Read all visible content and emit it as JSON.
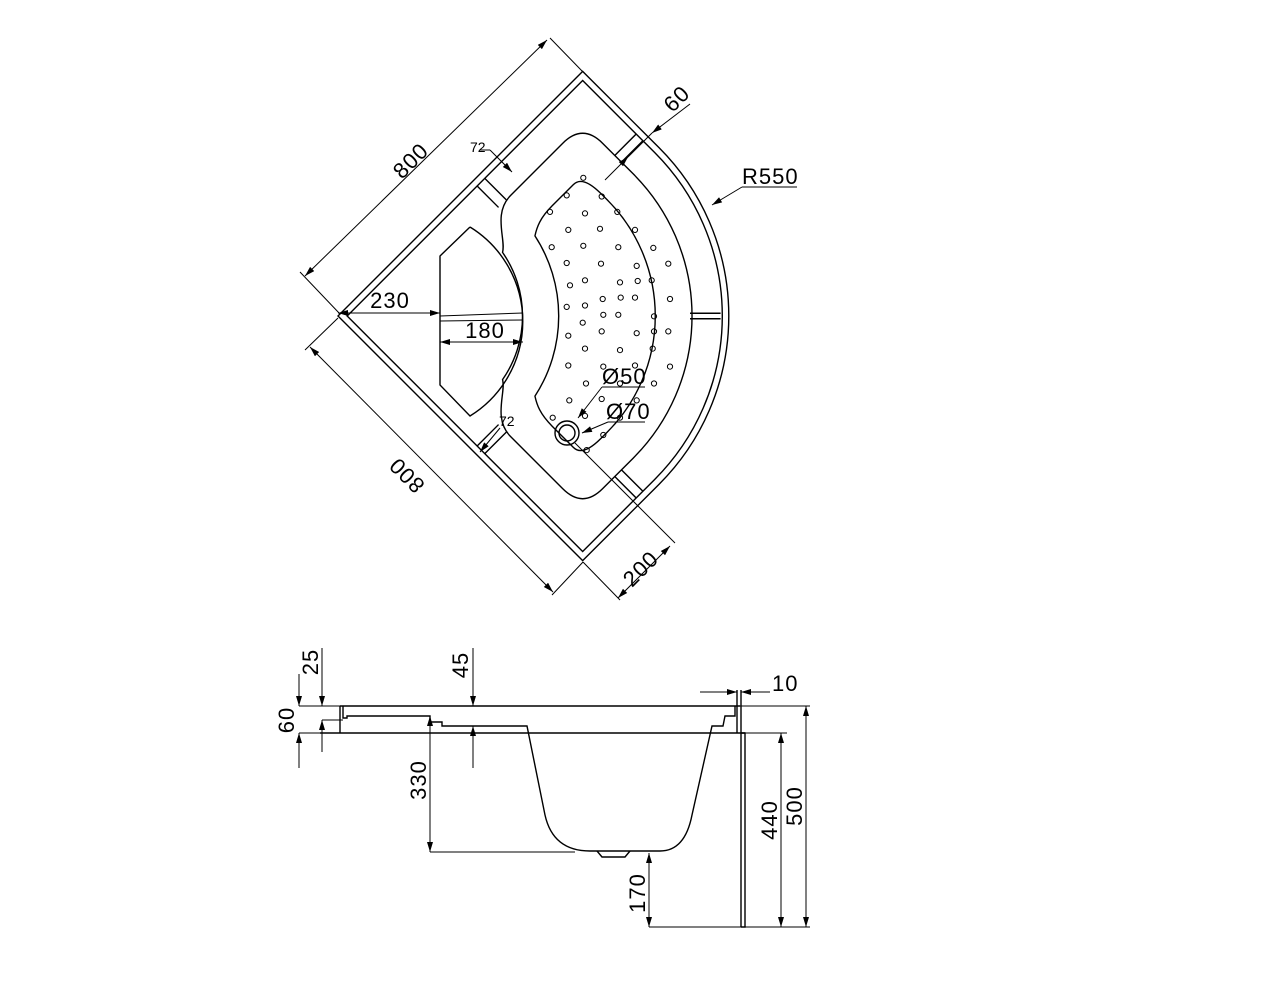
{
  "top_view": {
    "side_a": "800",
    "side_b": "800",
    "seat_depth": "230",
    "seat_width": "180",
    "rim_slot_top": "72",
    "rim_slot_bottom": "72",
    "rim_width": "60",
    "radius": "R550",
    "drain_inner": "Ø50",
    "drain_outer": "Ø70",
    "drain_offset": "200"
  },
  "side_view": {
    "rim_height": "60",
    "rim_top": "25",
    "step": "45",
    "basin_depth": "330",
    "panel_thickness": "10",
    "floor_clearance": "170",
    "leg_height": "440",
    "total_height": "500"
  },
  "colors": {
    "line": "#000000",
    "background": "#ffffff"
  }
}
